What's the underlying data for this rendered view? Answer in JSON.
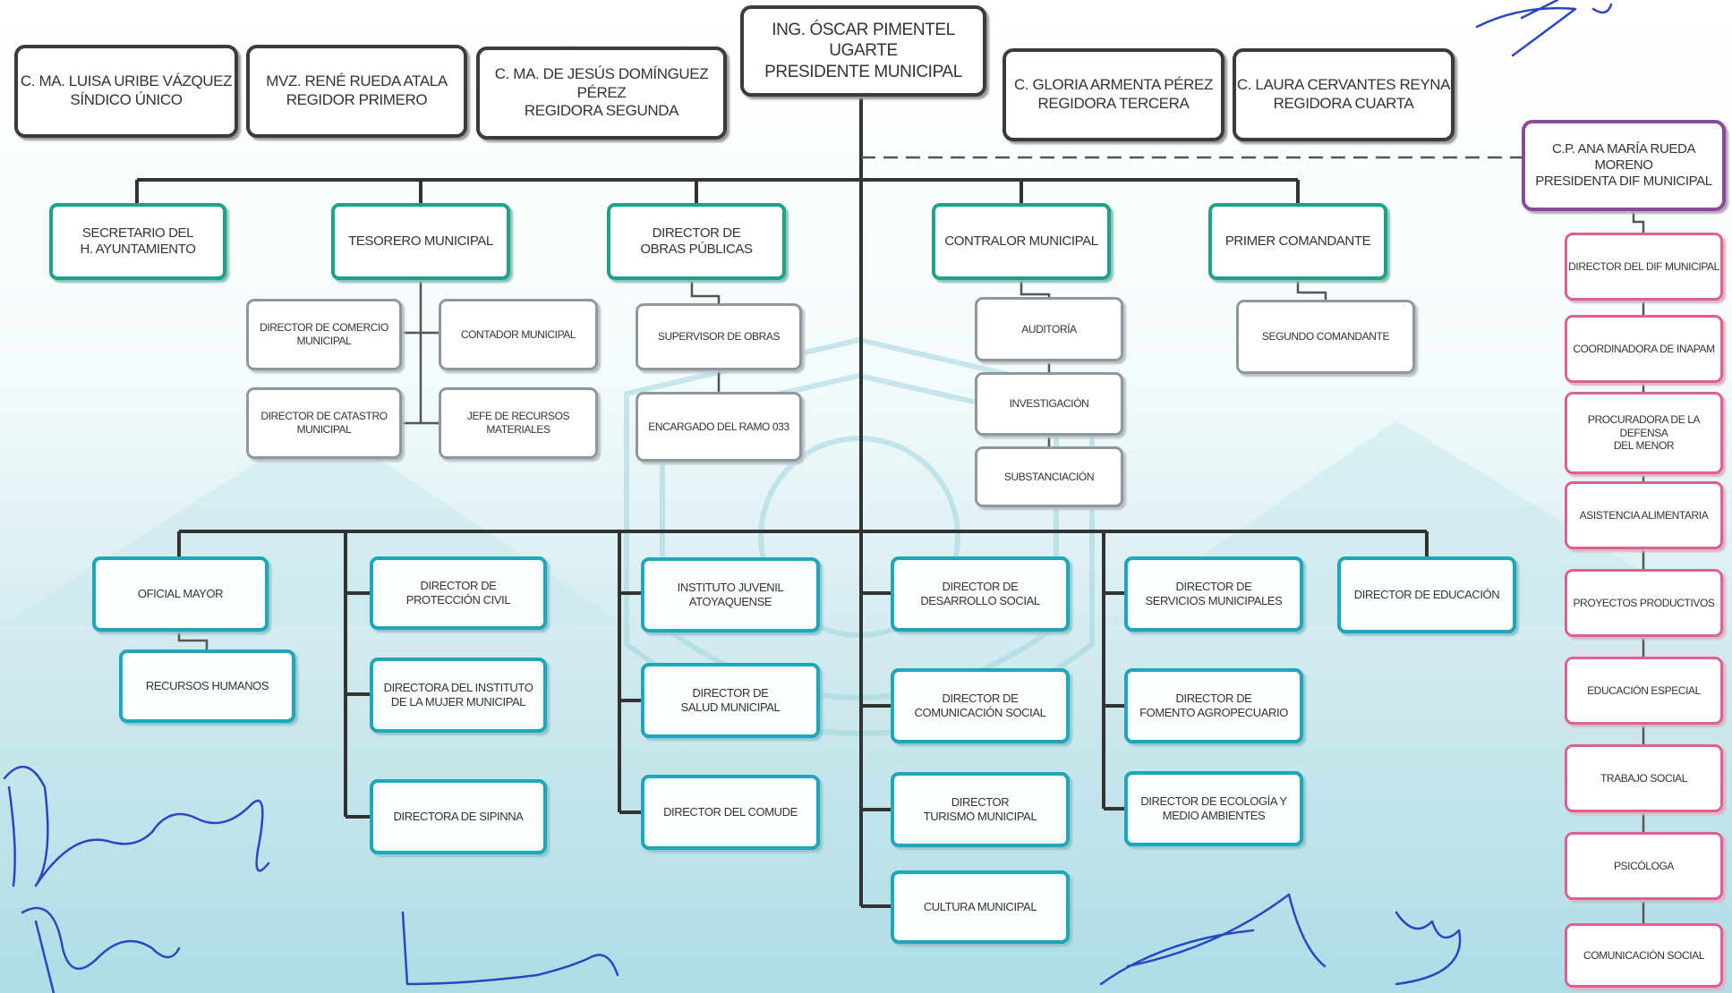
{
  "president": {
    "line1": "ING. ÓSCAR PIMENTEL UGARTE",
    "line2": "PRESIDENTE MUNICIPAL"
  },
  "council": {
    "sindico": "C. MA. LUISA URIBE VÁZQUEZ\nSÍNDICO ÚNICO",
    "regidor_primero": "MVZ. RENÉ RUEDA ATALA\nREGIDOR PRIMERO",
    "regidora_segunda": "C. MA. DE JESÚS DOMÍNGUEZ PÉREZ\nREGIDORA SEGUNDA",
    "regidora_tercera": "C. GLORIA ARMENTA PÉREZ\nREGIDORA TERCERA",
    "regidora_cuarta": "C. LAURA CERVANTES REYNA\nREGIDORA CUARTA"
  },
  "dif": {
    "head": "C.P. ANA MARÍA RUEDA MORENO\nPRESIDENTA DIF MUNICIPAL",
    "items": [
      "DIRECTOR DEL DIF MUNICIPAL",
      "COORDINADORA DE INAPAM",
      "PROCURADORA DE LA DEFENSA\nDEL MENOR",
      "ASISTENCIA ALIMENTARIA",
      "PROYECTOS PRODUCTIVOS",
      "EDUCACIÓN ESPECIAL",
      "TRABAJO SOCIAL",
      "PSICÓLOGA",
      "COMUNICACIÓN SOCIAL"
    ]
  },
  "level2": {
    "secretario": "SECRETARIO DEL\nH. AYUNTAMIENTO",
    "tesorero": "TESORERO MUNICIPAL",
    "obras": "DIRECTOR DE\nOBRAS PÚBLICAS",
    "contralor": "CONTRALOR MUNICIPAL",
    "comandante": "PRIMER COMANDANTE"
  },
  "tesoreria": {
    "comercio": "DIRECTOR DE COMERCIO MUNICIPAL",
    "contador": "CONTADOR MUNICIPAL",
    "catastro": "DIRECTOR DE CATASTRO MUNICIPAL",
    "recursos_materiales": "JEFE DE RECURSOS MATERIALES"
  },
  "obras": {
    "supervisor": "SUPERVISOR DE OBRAS",
    "ramo033": "ENCARGADO DEL RAMO 033"
  },
  "contraloria": {
    "auditoria": "AUDITORÍA",
    "investigacion": "INVESTIGACIÓN",
    "substanciacion": "SUBSTANCIACIÓN"
  },
  "comandancia": {
    "segundo": "SEGUNDO COMANDANTE"
  },
  "directions": {
    "oficial_mayor": "OFICIAL MAYOR",
    "recursos_humanos": "RECURSOS HUMANOS",
    "proteccion_civil": "DIRECTOR DE\nPROTECCIÓN CIVIL",
    "instituto_mujer": "DIRECTORA DEL INSTITUTO\nDE LA MUJER MUNICIPAL",
    "sipinna": "DIRECTORA DE SIPINNA",
    "instituto_juvenil": "INSTITUTO JUVENIL\nATOYAQUENSE",
    "salud": "DIRECTOR DE\nSALUD MUNICIPAL",
    "comude": "DIRECTOR DEL COMUDE",
    "desarrollo_social": "DIRECTOR DE\nDESARROLLO SOCIAL",
    "comunicacion_social": "DIRECTOR DE\nCOMUNICACIÓN SOCIAL",
    "turismo": "DIRECTOR\nTURISMO MUNICIPAL",
    "cultura": "CULTURA MUNICIPAL",
    "servicios": "DIRECTOR DE\nSERVICIOS MUNICIPALES",
    "fomento": "DIRECTOR DE\nFOMENTO AGROPECUARIO",
    "ecologia": "DIRECTOR DE ECOLOGÍA Y\nMEDIO AMBIENTES",
    "educacion": "DIRECTOR DE EDUCACIÓN"
  },
  "colors": {
    "council": "#3b3b3b",
    "dif_head": "#8a4a9a",
    "dif_items": "#df5f92",
    "level2": "#1fa28c",
    "sub_units": "#8f979e",
    "directions": "#1ea6b9",
    "signature_ink": "#2a46c4"
  }
}
